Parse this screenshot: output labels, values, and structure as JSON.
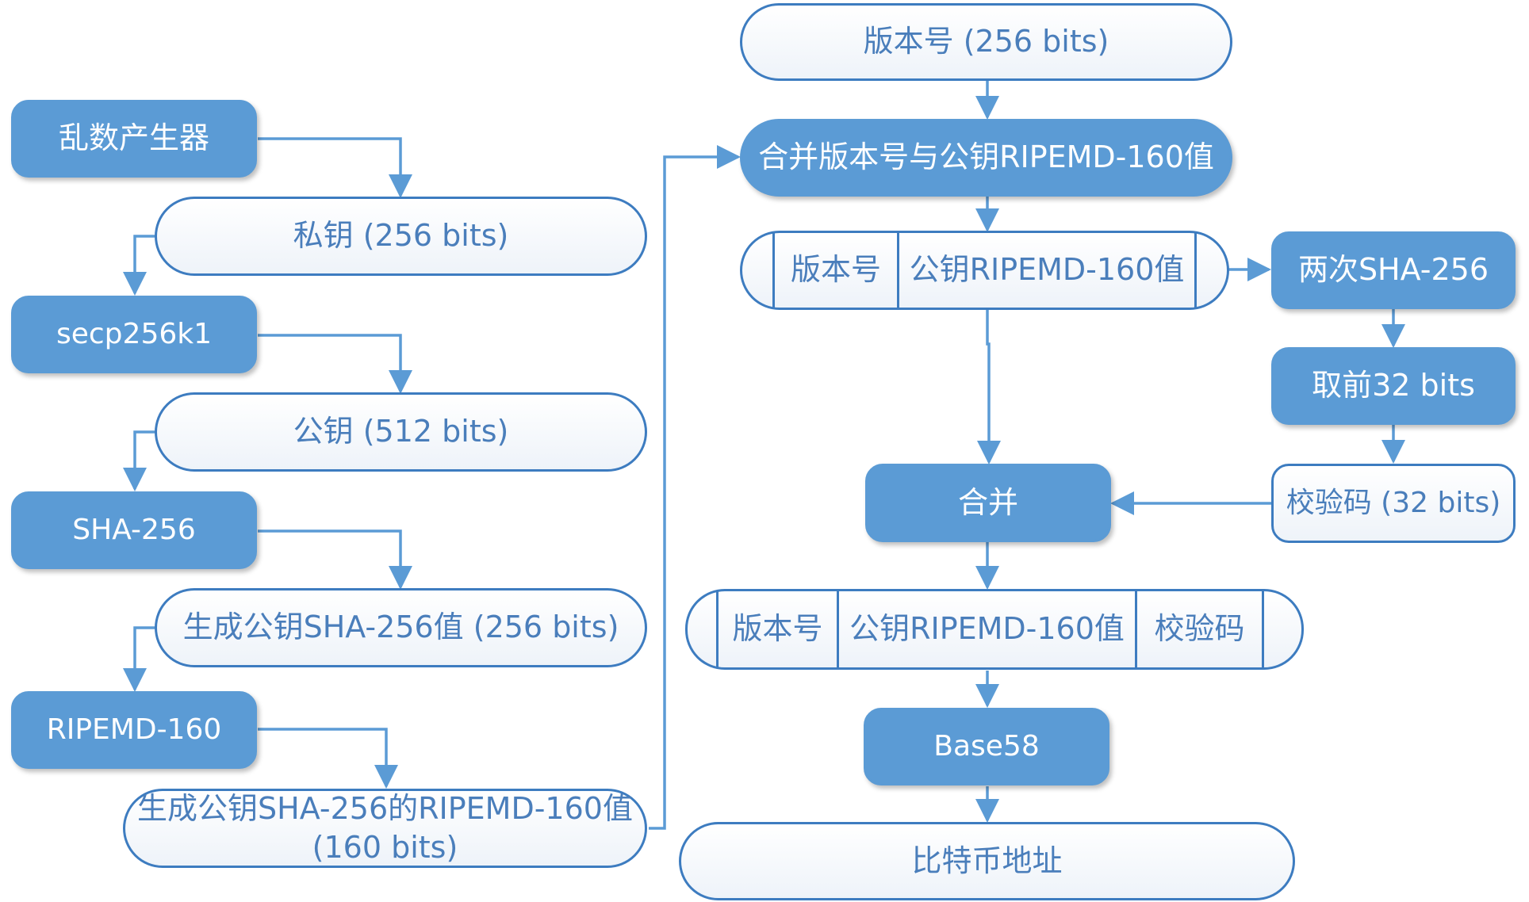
{
  "nodes": {
    "rng": "乱数产生器",
    "private_key": "私钥 (256 bits)",
    "secp": "secp256k1",
    "public_key": "公钥 (512 bits)",
    "sha256": "SHA-256",
    "pub_sha": "生成公钥SHA-256值 (256 bits)",
    "ripemd": "RIPEMD-160",
    "pub_ripemd_line1": "生成公钥SHA-256的RIPEMD-160值",
    "pub_ripemd_line2": "(160 bits)",
    "version": "版本号 (256 bits)",
    "merge_version": "合并版本号与公钥RIPEMD-160值",
    "seg_version": "版本号",
    "seg_ripemd": "公钥RIPEMD-160值",
    "double_sha": "两次SHA-256",
    "take32": "取前32 bits",
    "checksum": "校验码 (32 bits)",
    "merge": "合并",
    "final_version": "版本号",
    "final_ripemd": "公钥RIPEMD-160值",
    "final_checksum": "校验码",
    "base58": "Base58",
    "address": "比特币地址"
  },
  "colors": {
    "fill": "#5b9bd5",
    "stroke": "#3d7cc0",
    "text_light": "#4a7ebb"
  }
}
